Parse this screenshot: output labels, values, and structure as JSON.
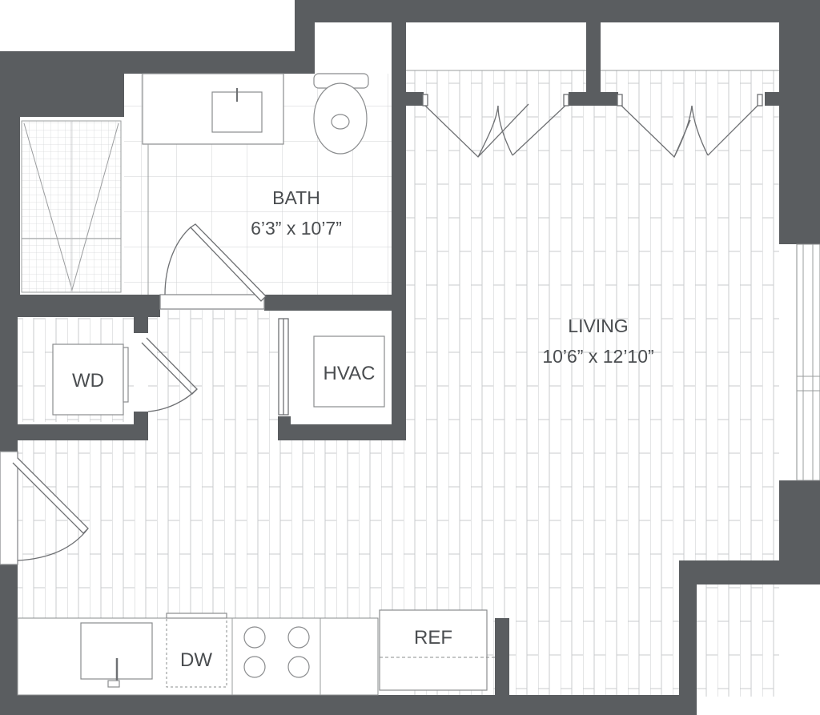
{
  "rooms": {
    "bath": {
      "name": "BATH",
      "dims": "6’3” x 10’7”"
    },
    "living": {
      "name": "LIVING",
      "dims": "10’6” x 12’10”"
    }
  },
  "fixtures": {
    "washer_dryer": "WD",
    "hvac": "HVAC",
    "dishwasher": "DW",
    "refrigerator": "REF"
  },
  "colors": {
    "wall": "#5a5d60",
    "floor_lines": "#c9cbcd",
    "label": "#4a4d50"
  }
}
